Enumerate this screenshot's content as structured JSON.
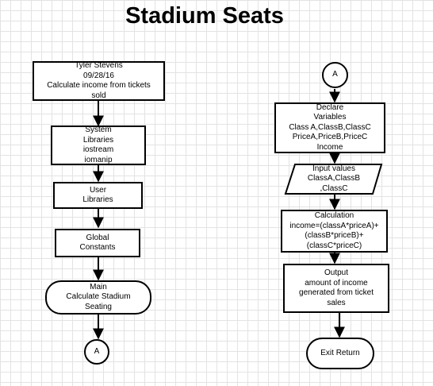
{
  "title": "Stadium Seats",
  "left_column": {
    "header_box": [
      "Tyler Stevens",
      "09/28/16",
      "Calculate income from tickets",
      "sold"
    ],
    "system_libraries": [
      "System",
      "Libraries",
      "iostream",
      "iomanip"
    ],
    "user_libraries": [
      "User",
      "Libraries"
    ],
    "global_constants": [
      "Global",
      "Constants"
    ],
    "main": [
      "Main",
      "Calculate Stadium",
      "Seating"
    ],
    "connector": "A"
  },
  "right_column": {
    "connector": "A",
    "declare": [
      "Declare",
      "Variables",
      "Class A,ClassB,ClassC",
      "PriceA,PriceB,PriceC",
      "Income"
    ],
    "input": [
      "Input values",
      "ClassA,ClassB",
      ",ClassC"
    ],
    "calculation": [
      "Calculation",
      "income=(classA*priceA)+",
      "(classB*priceB)+",
      "(classC*priceC)"
    ],
    "output": [
      "Output",
      "amount of income",
      "generated from ticket",
      "sales"
    ],
    "exit": "Exit Return"
  }
}
